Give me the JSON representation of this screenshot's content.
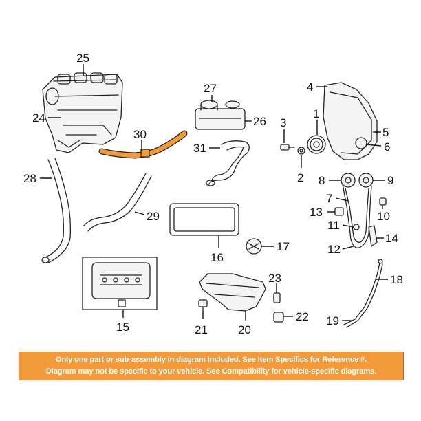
{
  "highlight_color": "#f29a3a",
  "callouts": {
    "p1": "1",
    "p2": "2",
    "p3": "3",
    "p4": "4",
    "p5": "5",
    "p6": "6",
    "p7": "7",
    "p8": "8",
    "p9": "9",
    "p10": "10",
    "p11": "11",
    "p12": "12",
    "p13": "13",
    "p14": "14",
    "p15": "15",
    "p16": "16",
    "p17": "17",
    "p18": "18",
    "p19": "19",
    "p20": "20",
    "p21": "21",
    "p22": "22",
    "p23": "23",
    "p24": "24",
    "p25": "25",
    "p26": "26",
    "p27": "27",
    "p28": "28",
    "p29": "29",
    "p30": "30",
    "p31": "31"
  },
  "banner": {
    "line1": "Only one part or sub-assembly in diagram included. See Item Specifics for Reference #.",
    "line2": "Diagram may not be specific to your vehicle. See Compatibility for vehicle-specific diagrams."
  }
}
